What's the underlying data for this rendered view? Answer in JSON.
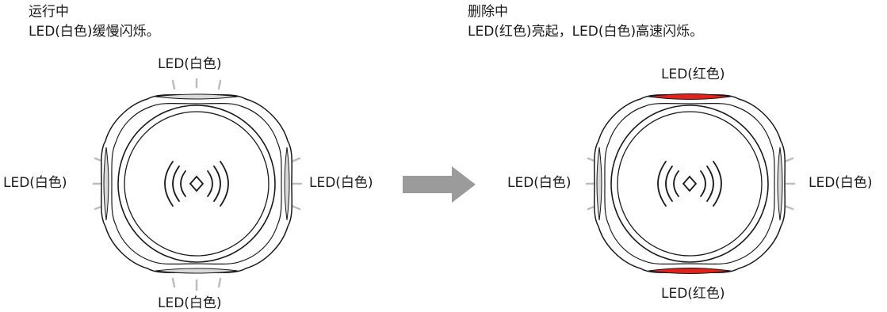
{
  "left": {
    "heading": "运行中",
    "desc": "LED(白色)缓慢闪烁。",
    "top_label": "LED(白色)",
    "left_label": "LED(白色)",
    "right_label": "LED(白色)",
    "bottom_label": "LED(白色)"
  },
  "right": {
    "heading": "删除中",
    "desc": "LED(红色)亮起，LED(白色)高速闪烁。",
    "top_label": "LED(红色)",
    "left_label": "LED(白色)",
    "right_label": "LED(白色)",
    "bottom_label": "LED(红色)"
  },
  "colors": {
    "white_led": "#d9d9d9",
    "red_led": "#e3211b",
    "arrow": "#9b9b9b",
    "outline": "#1a1a1a",
    "ray": "#bdbdbd"
  },
  "icons": {
    "reader": "nfc-reader-icon",
    "arrow": "right-arrow-icon"
  }
}
